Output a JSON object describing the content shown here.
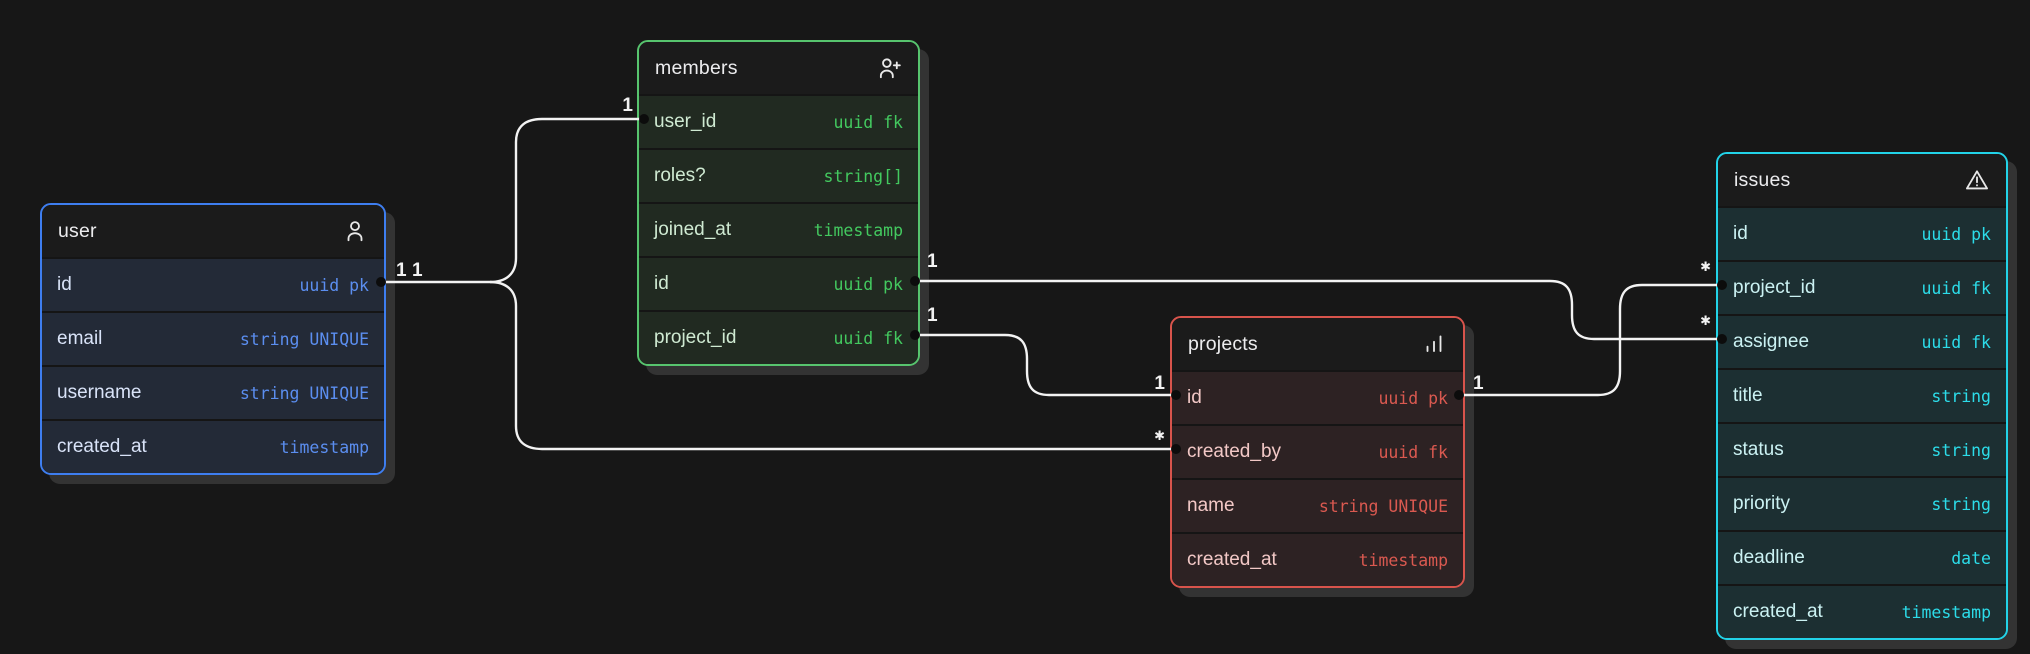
{
  "canvas": {
    "background": "#171717",
    "line_color": "#f3f3f3",
    "dot_color": "#0c0c0c"
  },
  "tables": [
    {
      "name": "user",
      "icon": "person-icon",
      "accent": "#3e7ef0",
      "row_bg": "#232a37",
      "field_color": "#d9e3f8",
      "type_color": "#5b8ef0",
      "fields": [
        {
          "name": "id",
          "type": "uuid pk"
        },
        {
          "name": "email",
          "type": "string UNIQUE"
        },
        {
          "name": "username",
          "type": "string UNIQUE"
        },
        {
          "name": "created_at",
          "type": "timestamp"
        }
      ]
    },
    {
      "name": "members",
      "icon": "person-plus-icon",
      "accent": "#57c46e",
      "row_bg": "#212a21",
      "field_color": "#cfead2",
      "type_color": "#43c95f",
      "fields": [
        {
          "name": "user_id",
          "type": "uuid fk"
        },
        {
          "name": "roles?",
          "type": "string[]"
        },
        {
          "name": "joined_at",
          "type": "timestamp"
        },
        {
          "name": "id",
          "type": "uuid pk"
        },
        {
          "name": "project_id",
          "type": "uuid fk"
        }
      ]
    },
    {
      "name": "projects",
      "icon": "bar-chart-icon",
      "accent": "#d8544c",
      "row_bg": "#2d2223",
      "field_color": "#f2c8c6",
      "type_color": "#da5950",
      "fields": [
        {
          "name": "id",
          "type": "uuid pk"
        },
        {
          "name": "created_by",
          "type": "uuid fk"
        },
        {
          "name": "name",
          "type": "string UNIQUE"
        },
        {
          "name": "created_at",
          "type": "timestamp"
        }
      ]
    },
    {
      "name": "issues",
      "icon": "alert-triangle-icon",
      "accent": "#22d3e8",
      "row_bg": "#1c2f32",
      "field_color": "#cbf2f3",
      "type_color": "#2cdce9",
      "fields": [
        {
          "name": "id",
          "type": "uuid pk"
        },
        {
          "name": "project_id",
          "type": "uuid fk"
        },
        {
          "name": "assignee",
          "type": "uuid fk"
        },
        {
          "name": "title",
          "type": "string"
        },
        {
          "name": "status",
          "type": "string"
        },
        {
          "name": "priority",
          "type": "string"
        },
        {
          "name": "deadline",
          "type": "date"
        },
        {
          "name": "created_at",
          "type": "timestamp"
        }
      ]
    }
  ],
  "connections": [
    {
      "from": "user.id",
      "to": "members.user_id",
      "from_label": "1",
      "to_label": "1"
    },
    {
      "from": "user.id",
      "to": "projects.created_by",
      "from_label": "1",
      "to_label": "✱"
    },
    {
      "from": "members.id",
      "to": "issues.assignee",
      "from_label": "1",
      "to_label": "✱"
    },
    {
      "from": "members.project_id",
      "to": "projects.id",
      "from_label": "1",
      "to_label": "1"
    },
    {
      "from": "projects.id",
      "to": "issues.project_id",
      "from_label": "1",
      "to_label": "✱"
    }
  ]
}
